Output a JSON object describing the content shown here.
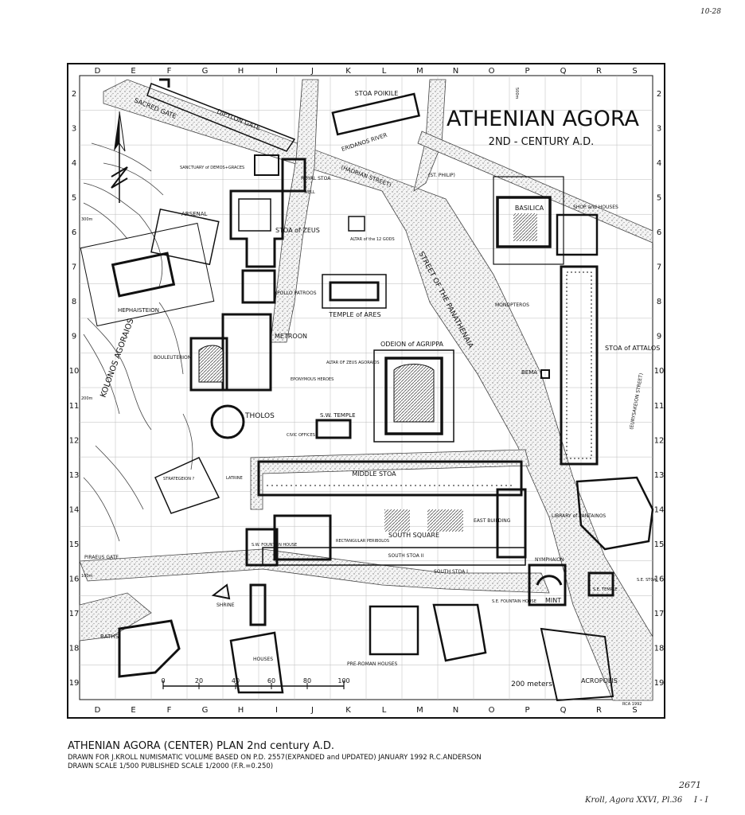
{
  "map": {
    "title": "ATHENIAN AGORA",
    "subtitle": "2ND - CENTURY A.D.",
    "columns": [
      "D",
      "E",
      "F",
      "G",
      "H",
      "I",
      "J",
      "K",
      "L",
      "M",
      "N",
      "O",
      "P",
      "Q",
      "R",
      "S"
    ],
    "rows": [
      "2",
      "3",
      "4",
      "5",
      "6",
      "7",
      "8",
      "9",
      "10",
      "11",
      "12",
      "13",
      "14",
      "15",
      "16",
      "17",
      "18",
      "19"
    ],
    "labels": {
      "dipylon_gate": "DIPYLON GATE",
      "sacred_gate": "SACRED GATE",
      "stoa_poikile": "STOA POIKILE",
      "eridanos_river": "ERIDANOS RIVER",
      "hadrian_street": "(HADRIAN STREET)",
      "st_philip": "(ST. PHILIP)",
      "sanctuary": "SANCTUARY of DEMOS+GRACES",
      "royal_stoa": "ROYAL STOA",
      "well": "WELL",
      "basilica": "BASILICA",
      "shop_houses": "SHOP and HOUSES",
      "arsenal": "ARSENAL",
      "stoa_of_zeus": "STOA of ZEUS",
      "altar_12_gods": "ALTAR of the 12 GODS",
      "street_panathenaia": "STREET OF THE PANATHENAIA",
      "hephaisteion": "HEPHAISTEION",
      "apollo_patroos": "APOLLO PATROOS",
      "temple_of_ares": "TEMPLE of ARES",
      "monopteros": "MONOPTEROS",
      "metroon": "METROON",
      "odeion": "ODEION of AGRIPPA",
      "bouleuterion": "BOULEUTERION",
      "kolonos": "KOLONOS AGORAIOS",
      "altar_zeus": "ALTAR OF ZEUS AGORAIOS",
      "eponymous": "EPONYMOUS HEROES",
      "bema": "BEMA",
      "stoa_attalos": "STOA of ATTALOS",
      "eurysakeion": "(EURYSAKEION STREET)",
      "tholos": "THOLOS",
      "sw_temple": "S.W. TEMPLE",
      "civic_offices": "CIVIC OFFICES",
      "strategeion": "STRATEGEION ?",
      "latrine": "LATRINE",
      "middle_stoa": "MIDDLE STOA",
      "library": "LIBRARY of PANTAINOS",
      "south_square": "SOUTH SQUARE",
      "east_building": "EAST BUILDING",
      "sw_fountain": "S.W. FOUNTAIN HOUSE",
      "rect_peribolos": "RECTANGULAR PERIBOLOS",
      "south_stoa_ii": "SOUTH STOA II",
      "nymphaion": "NYMPHAION",
      "south_stoa_i": "SOUTH STOA I",
      "piraeus_gate": "PIRAEUS GATE",
      "shrine": "SHRINE",
      "se_fountain": "S.E. FOUNTAIN HOUSE",
      "mint": "MINT",
      "se_temple": "S.E. TEMPLE",
      "se_stoa": "S.E. STOA",
      "baths": "BATHS",
      "houses": "HOUSES",
      "pre_roman": "PRE-ROMAN HOUSES",
      "acropolis": "ACROPOLIS",
      "contour_300": "300m",
      "contour_200": "200m",
      "contour_100": "100m",
      "contour_500": "500m",
      "initials": "RCA 1992"
    },
    "scale_bar": {
      "ticks": [
        "0",
        "20",
        "40",
        "60",
        "80",
        "100"
      ],
      "end_label": "200 meters"
    }
  },
  "footer": {
    "title": "ATHENIAN AGORA (CENTER) PLAN 2nd century A.D.",
    "line1": "DRAWN FOR J.KROLL NUMISMATIC VOLUME BASED ON P.D. 2557(EXPANDED and UPDATED) JANUARY 1992  R.C.ANDERSON",
    "line2": "DRAWN SCALE 1/500   PUBLISHED SCALE 1/2000   (F.R.=0.250)"
  },
  "annotations": {
    "top_right": "10-28",
    "number": "2671",
    "reference": "Kroll, Agora XXVI, Pl.36",
    "page": "I - I"
  }
}
